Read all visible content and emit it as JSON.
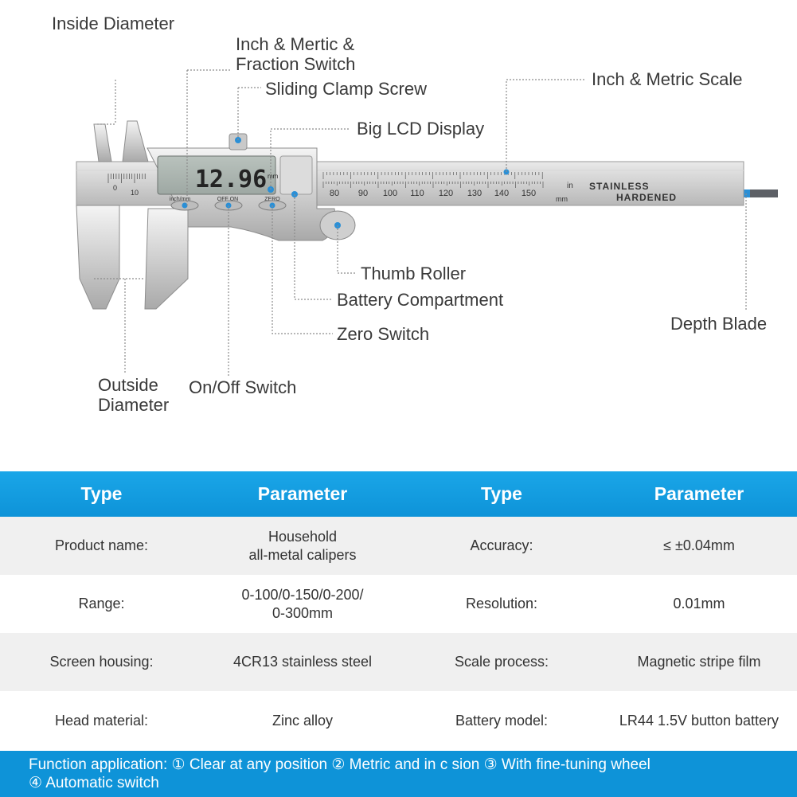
{
  "diagram": {
    "callouts": {
      "inside_diameter": "Inside Diameter",
      "unit_switch_line1": "Inch & Mertic &",
      "unit_switch_line2": "Fraction Switch",
      "clamp_screw": "Sliding Clamp Screw",
      "lcd_display": "Big LCD Display",
      "scale": "Inch & Metric Scale",
      "thumb_roller": "Thumb Roller",
      "battery_compartment": "Battery Compartment",
      "zero_switch": "Zero Switch",
      "depth_blade": "Depth Blade",
      "outside_diameter_line1": "Outside",
      "outside_diameter_line2": "Diameter",
      "onoff_switch": "On/Off Switch"
    },
    "device": {
      "lcd_reading": "12.96",
      "lcd_unit": "mm",
      "button_labels": [
        "inch/mm",
        "OFF   ON",
        "ZERO"
      ],
      "beam_text_line1": "STAINLESS",
      "beam_text_line2": "HARDENED",
      "unit_in": "in",
      "unit_mm": "mm",
      "jaw_scale_labels": [
        "0",
        "10"
      ],
      "metric_labels": [
        "80",
        "90",
        "100",
        "110",
        "120",
        "130",
        "140",
        "150"
      ]
    },
    "colors": {
      "pointer": "#2a8fd6",
      "leader": "#8c8c8c"
    }
  },
  "table": {
    "headers": [
      "Type",
      "Parameter",
      "Type",
      "Parameter"
    ],
    "rows": [
      {
        "type1": "Product name:",
        "param1": [
          "Household",
          "all-metal calipers"
        ],
        "type2": "Accuracy:",
        "param2": [
          "≤ ±0.04mm"
        ]
      },
      {
        "type1": "Range:",
        "param1": [
          "0-100/0-150/0-200/",
          "0-300mm"
        ],
        "type2": "Resolution:",
        "param2": [
          "0.01mm"
        ]
      },
      {
        "type1": "Screen housing:",
        "param1": [
          "4CR13 stainless steel"
        ],
        "type2": "Scale process:",
        "param2": [
          "Magnetic stripe film"
        ]
      },
      {
        "type1": "Head material:",
        "param1": [
          "Zinc alloy"
        ],
        "type2": "Battery model:",
        "param2": [
          "LR44 1.5V button battery"
        ]
      }
    ],
    "header_color": "#1aa6e8"
  },
  "footer": {
    "line1": "Function application:  ① Clear at any position  ② Metric and in c sion  ③ With fine-tuning wheel",
    "line2": "④ Automatic switch",
    "color": "#0e93d8"
  }
}
